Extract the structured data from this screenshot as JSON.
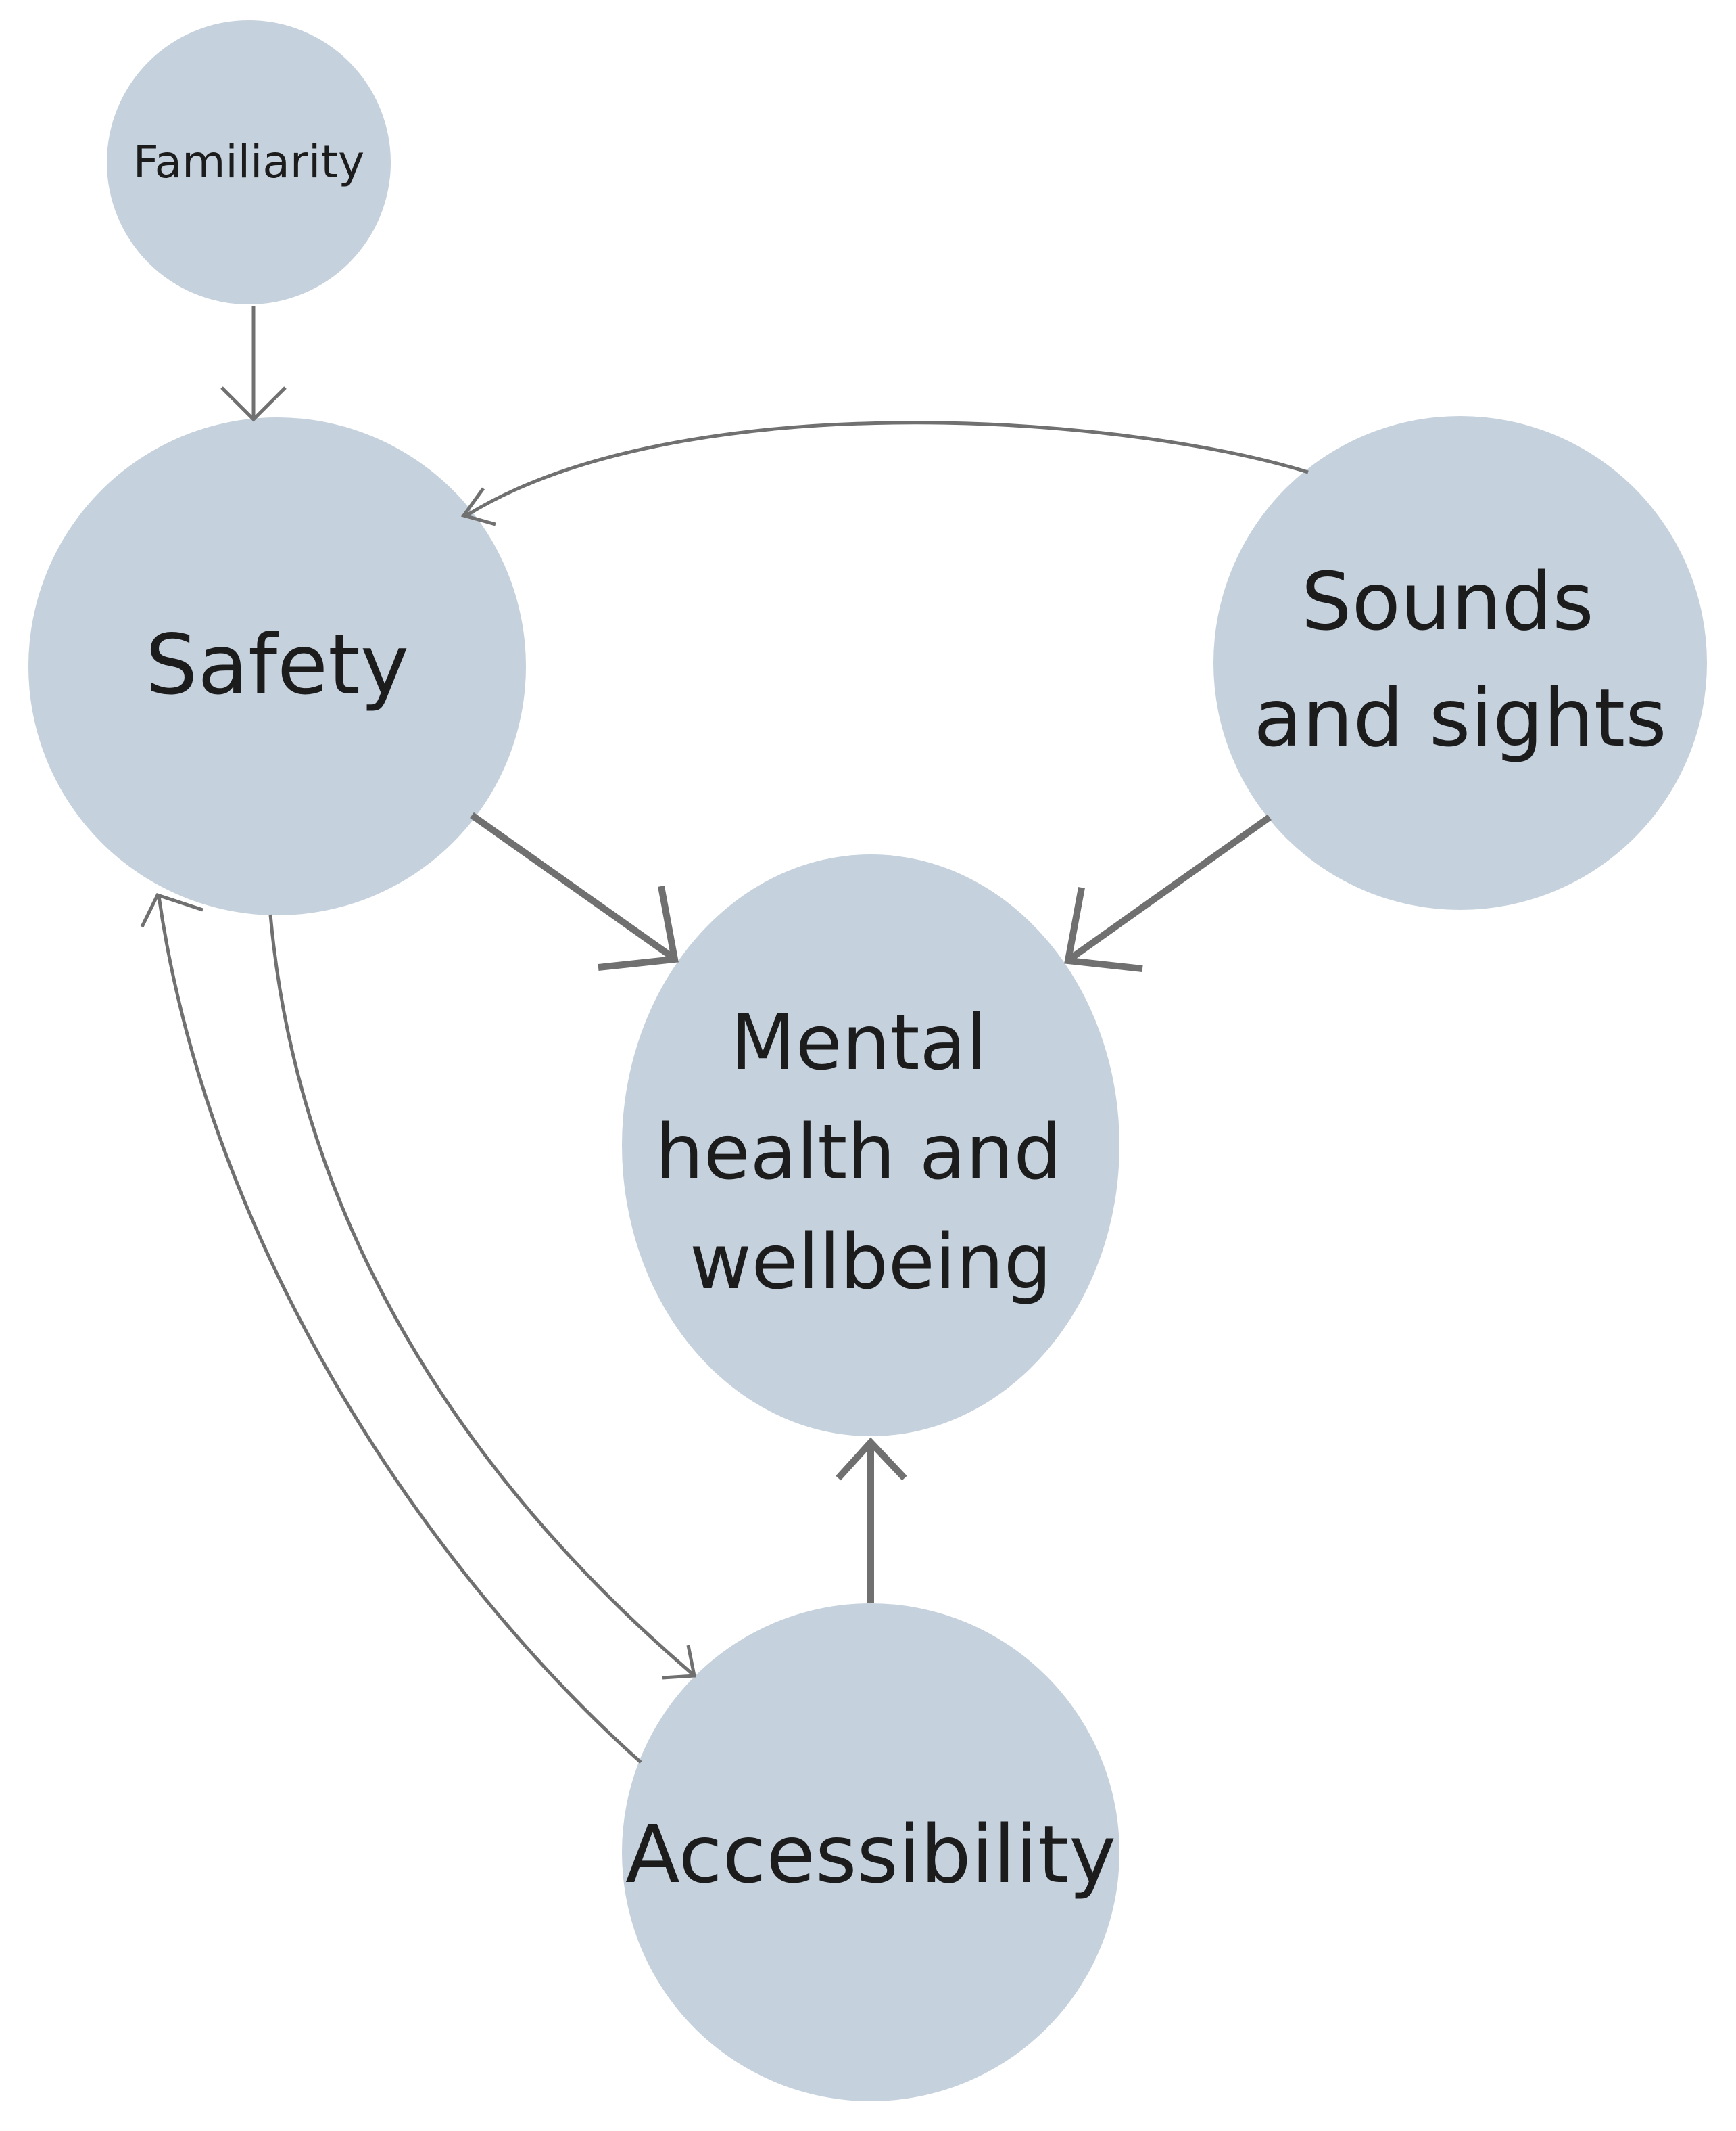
{
  "diagram": {
    "nodes": [
      {
        "id": "familiarity",
        "label_lines": [
          "Familiarity"
        ]
      },
      {
        "id": "safety",
        "label_lines": [
          "Safety"
        ]
      },
      {
        "id": "sounds",
        "label_lines": [
          "Sounds",
          "and sights"
        ]
      },
      {
        "id": "mental",
        "label_lines": [
          "Mental",
          "health and",
          "wellbeing"
        ]
      },
      {
        "id": "accessibility",
        "label_lines": [
          "Accessibility"
        ]
      }
    ],
    "edges": [
      {
        "from": "familiarity",
        "to": "safety"
      },
      {
        "from": "sounds",
        "to": "safety"
      },
      {
        "from": "safety",
        "to": "mental"
      },
      {
        "from": "sounds",
        "to": "mental"
      },
      {
        "from": "accessibility",
        "to": "mental"
      },
      {
        "from": "safety",
        "to": "accessibility"
      },
      {
        "from": "accessibility",
        "to": "safety"
      }
    ],
    "colors": {
      "node_fill": "#c5d1dc",
      "edge_stroke": "#707070",
      "text": "#1c1c1c"
    }
  }
}
